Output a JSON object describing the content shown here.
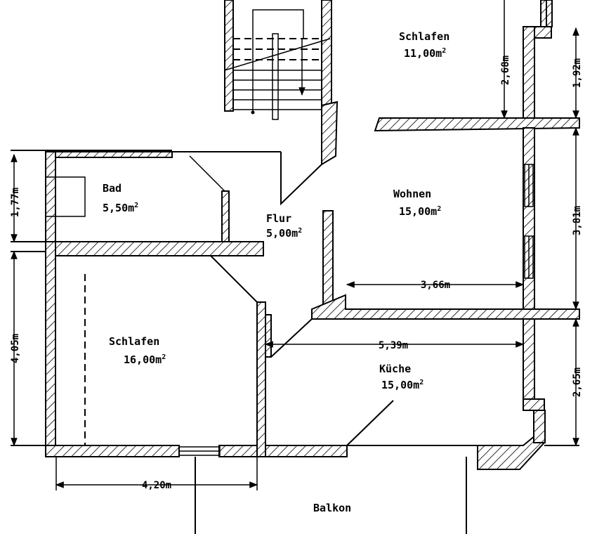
{
  "rooms": [
    {
      "id": "schlafen-top",
      "name": "Schlafen",
      "area": "11,00m",
      "exp": "2"
    },
    {
      "id": "bad",
      "name": "Bad",
      "area": "5,50m",
      "exp": "2"
    },
    {
      "id": "flur",
      "name": "Flur",
      "area": "5,00m",
      "exp": "2"
    },
    {
      "id": "wohnen",
      "name": "Wohnen",
      "area": "15,00m",
      "exp": "2"
    },
    {
      "id": "schlafen-bottom",
      "name": "Schlafen",
      "area": "16,00m",
      "exp": "2"
    },
    {
      "id": "kueche",
      "name": "Küche",
      "area": "15,00m",
      "exp": "2"
    },
    {
      "id": "balkon",
      "name": "Balkon"
    }
  ],
  "dimensions": {
    "top_right_a": "2,68m",
    "top_right_b": "1,92m",
    "right_mid": "3,81m",
    "right_low": "2,65m",
    "left_top": "1,77m",
    "left_low": "4,05m",
    "wohnen_width": "3,66m",
    "kueche_width": "5,39m",
    "schlafen_width": "4,20m"
  }
}
